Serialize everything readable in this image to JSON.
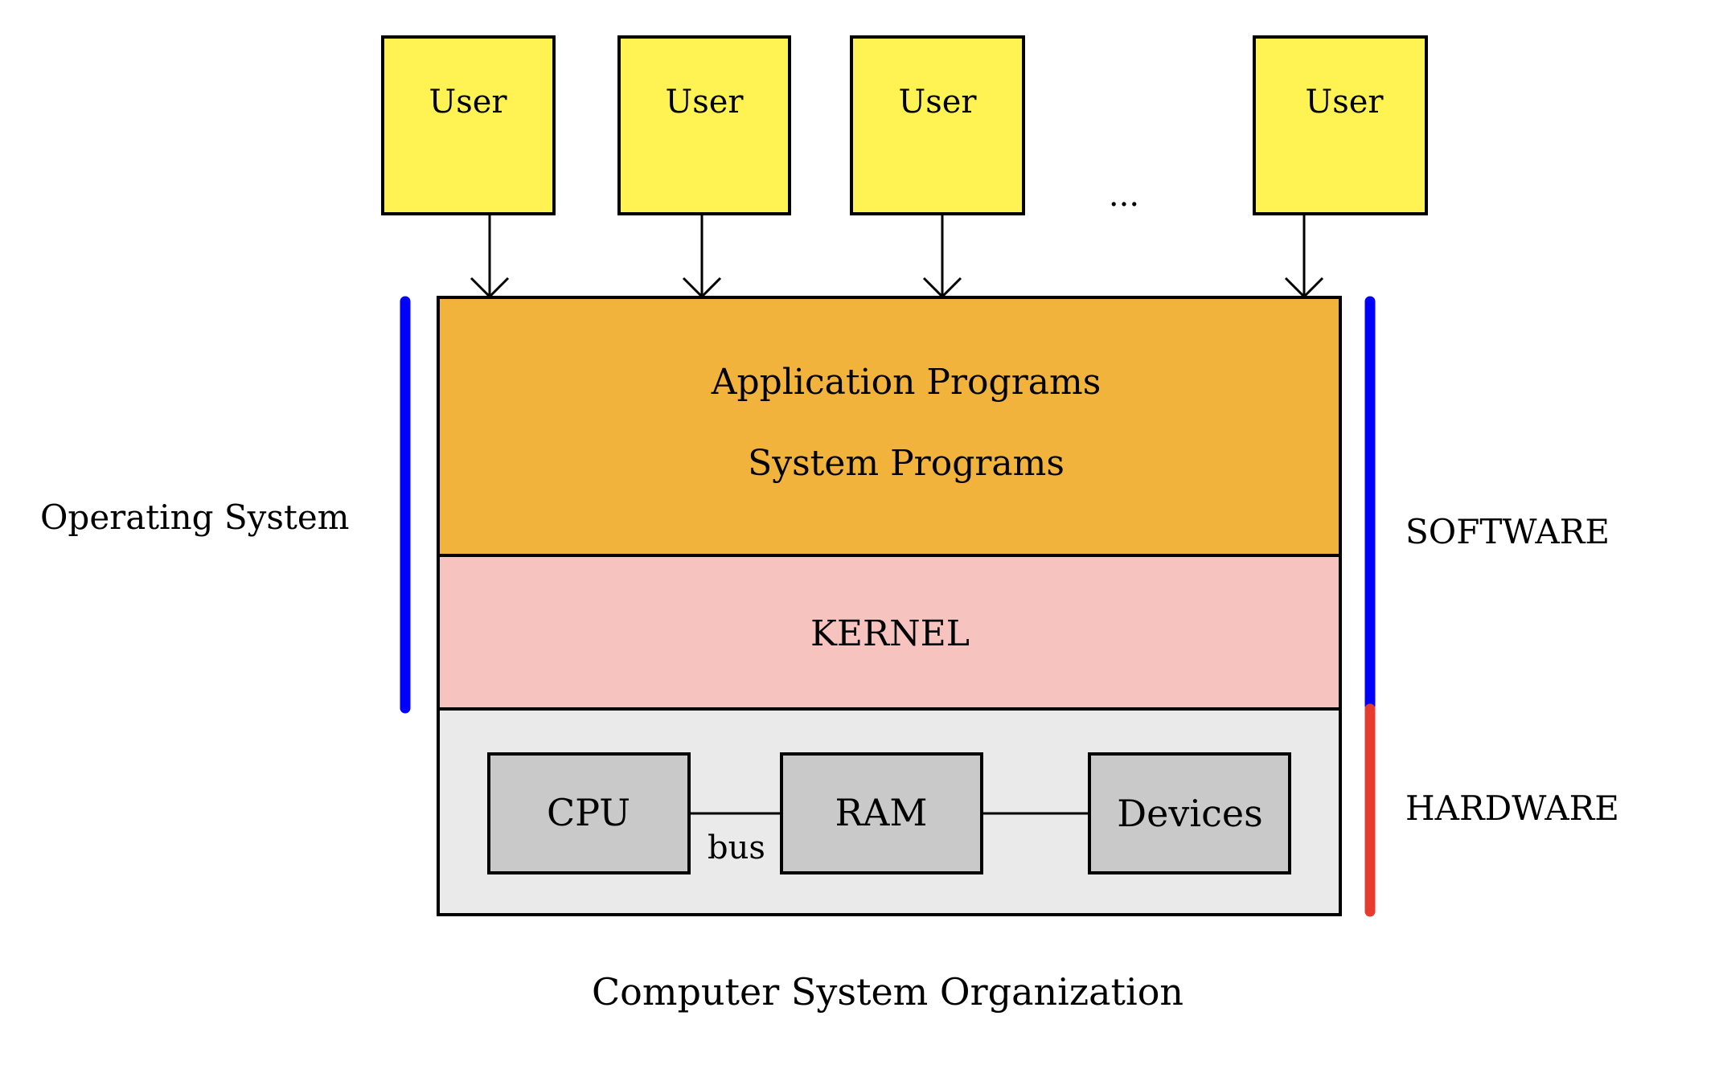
{
  "diagram": {
    "title": "Computer System Organization",
    "users": [
      {
        "label": "User"
      },
      {
        "label": "User"
      },
      {
        "label": "User"
      },
      {
        "label": "User"
      }
    ],
    "ellipsis": "...",
    "layers": {
      "application": "Application Programs",
      "system": "System Programs",
      "kernel": "KERNEL"
    },
    "hardware": {
      "cpu": "CPU",
      "ram": "RAM",
      "devices": "Devices",
      "bus": "bus"
    },
    "side_labels": {
      "operating_system": "Operating System",
      "software": "SOFTWARE",
      "hardware": "HARDWARE"
    },
    "colors": {
      "user_fill": "#FEF352",
      "programs_fill": "#F2B33D",
      "kernel_fill": "#F6C3BF",
      "hardware_fill": "#EAEAEA",
      "hw_component_fill": "#C9C9C9",
      "os_bar": "#0000FF",
      "software_bar": "#0000FF",
      "hardware_bar": "#E63B2E"
    }
  }
}
